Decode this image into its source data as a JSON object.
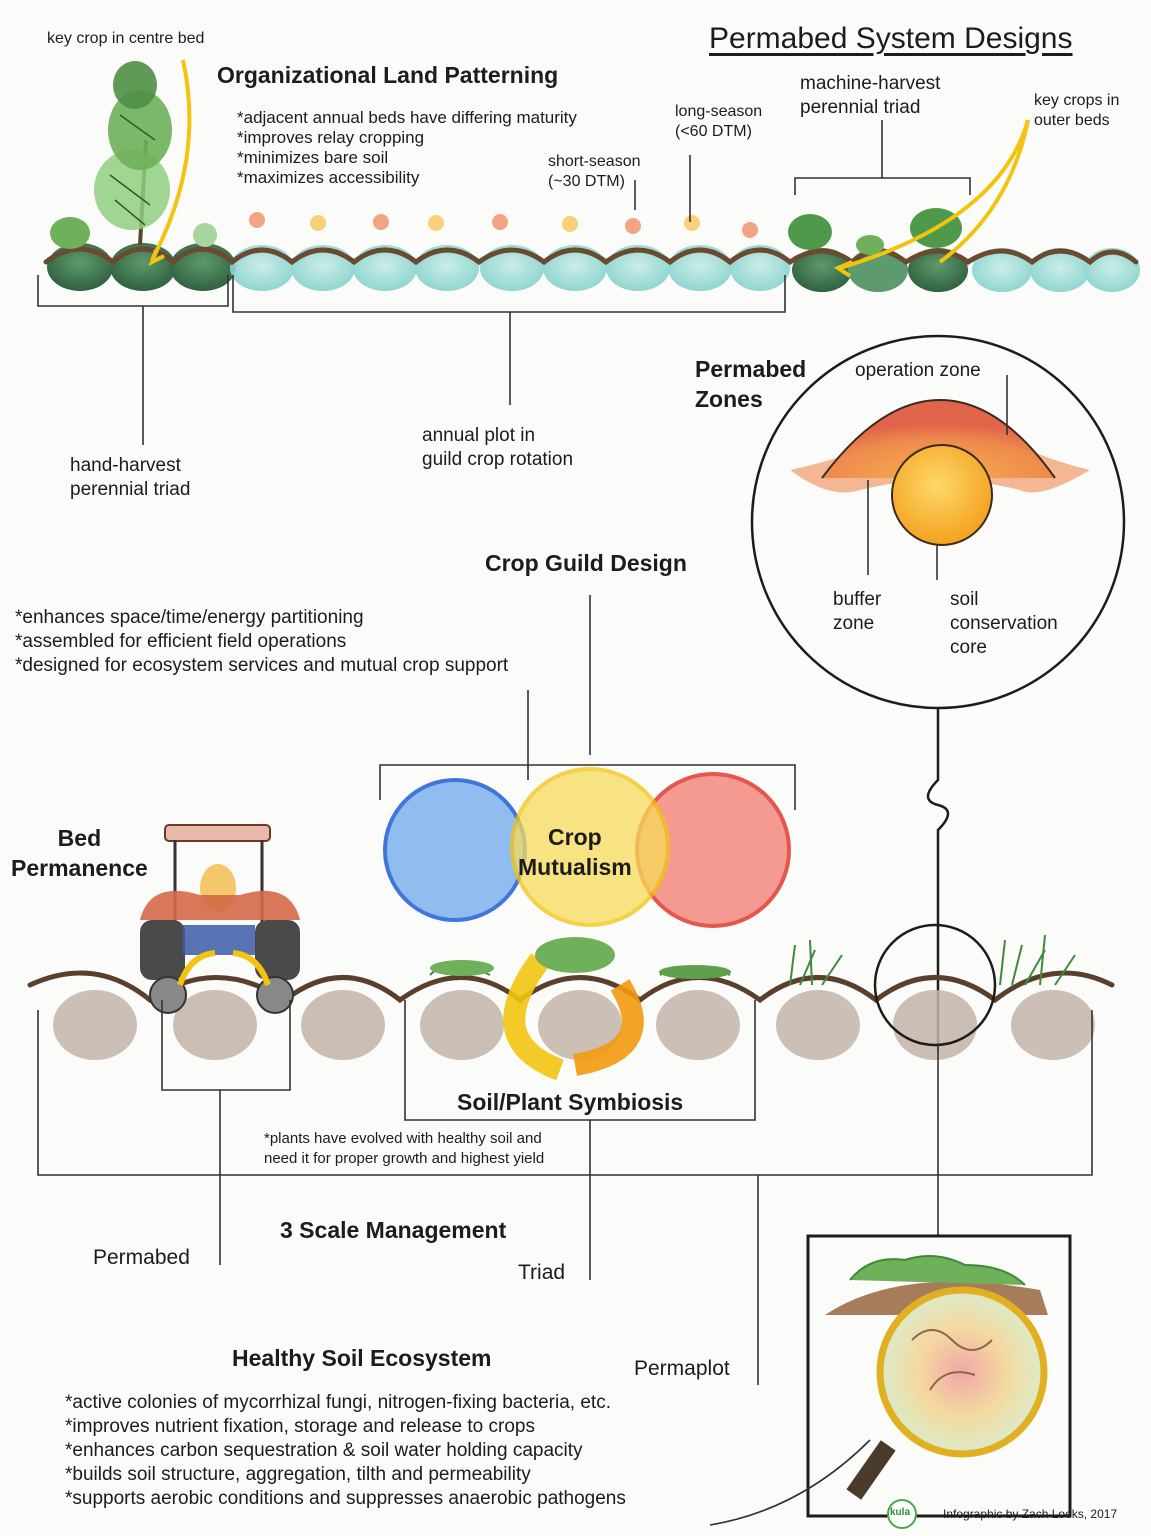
{
  "title": "Permabed System Designs",
  "land_patterning": {
    "heading": "Organizational Land Patterning",
    "notes": "*adjacent annual beds have differing maturity\n*improves relay cropping\n*minimizes bare soil\n*maximizes accessibility",
    "key_crop_centre": "key crop in centre bed",
    "key_crops_outer": "key crops in\nouter beds",
    "short_season": "short-season\n(~30 DTM)",
    "long_season": "long-season\n(<60 DTM)",
    "machine_harvest": "machine-harvest\nperennial triad",
    "hand_harvest": "hand-harvest\nperennial triad",
    "annual_plot": "annual plot in\nguild crop rotation"
  },
  "zones": {
    "heading": "Permabed\nZones",
    "operation": "operation zone",
    "buffer": "buffer\nzone",
    "core": "soil\nconservation\ncore"
  },
  "crop_guild": {
    "heading": "Crop Guild Design",
    "notes": "*enhances space/time/energy partitioning\n*assembled for efficient field operations\n*designed for ecosystem services and mutual crop support",
    "mutualism": "Crop\nMutualism",
    "colors": {
      "blue": "#1f5fd6",
      "yellow": "#f2c40f",
      "red": "#e23a2e"
    }
  },
  "bed_permanence": "Bed\nPermanence",
  "symbiosis": {
    "heading": "Soil/Plant Symbiosis",
    "note": "*plants have evolved with healthy soil and\nneed it for proper growth and highest yield"
  },
  "scale": {
    "heading": "3 Scale Management",
    "permabed": "Permabed",
    "triad": "Triad",
    "permaplot": "Permaplot"
  },
  "soil": {
    "heading": "Healthy Soil Ecosystem",
    "notes": "*active colonies of mycorrhizal fungi, nitrogen-fixing bacteria, etc.\n*improves nutrient fixation, storage and release to crops\n*enhances carbon sequestration & soil water holding capacity\n*builds soil structure, aggregation, tilth and permeability\n*supports aerobic conditions and suppresses anaerobic pathogens"
  },
  "logo": "kula",
  "credit": "Infographic by Zach Loeks, 2017"
}
